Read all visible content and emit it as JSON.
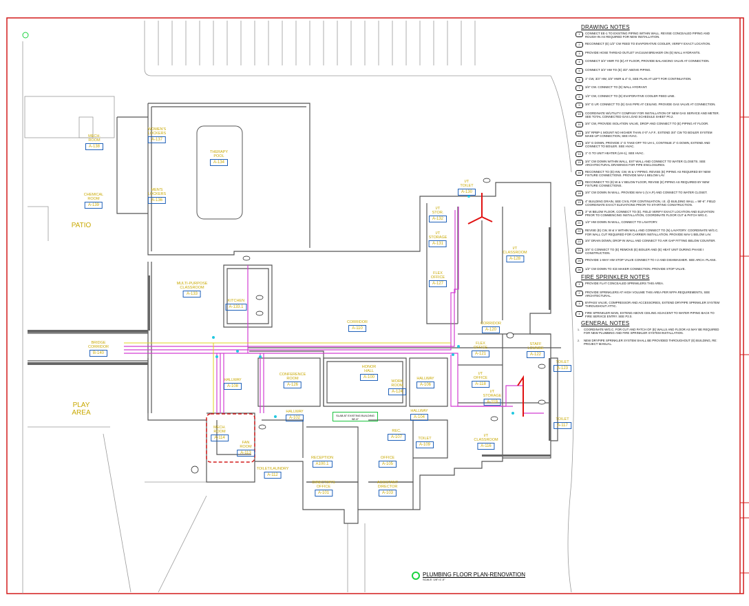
{
  "drawing_title": "PLUMBING FLOOR PLAN-RENOVATION",
  "drawing_scale": "SCALE: 1/8\"=1'-0\"",
  "slab_note": "SLAB AT EXISTING BUILDING 98'-6\"",
  "colors": {
    "border": "#d21a1a",
    "pipe_hot": "#d23cd2",
    "pipe_gas": "#e0d020",
    "pipe_new": "#e01010",
    "room_text": "#c8a800",
    "room_tag": "#1d5fb8",
    "sprinkler": "#22c8e0",
    "title_mark": "#19d23d"
  },
  "areas": [
    "PATIO",
    "PLAY\nAREA"
  ],
  "rooms": [
    {
      "name": "MECH.\nROOM",
      "number": "A-138"
    },
    {
      "name": "WOMEN'S\nLOCKERS",
      "number": "A-137"
    },
    {
      "name": "THERAPY\nPOOL",
      "number": "A-134"
    },
    {
      "name": "CHEMICAL\nROOM",
      "number": "A-139"
    },
    {
      "name": "MEN'S\nLOCKERS",
      "number": "A-136"
    },
    {
      "name": "MULTI-PURPOSE\nCLASSROOM",
      "number": "A-133"
    },
    {
      "name": "KITCHEN",
      "number": "A-133.1"
    },
    {
      "name": "CORRIDOR",
      "number": "A-110"
    },
    {
      "name": "BRIDGE\nCORRIDOR",
      "number": "B-140"
    },
    {
      "name": "HALLWAY",
      "number": "A-108"
    },
    {
      "name": "CONFERENCE\nROOM",
      "number": "A-126"
    },
    {
      "name": "HONOR\nHALL",
      "number": "A-100"
    },
    {
      "name": "WORK\nROOM",
      "number": "A-124"
    },
    {
      "name": "HALLWAY",
      "number": "A-106"
    },
    {
      "name": "I/T\nSTOR.",
      "number": "A-132"
    },
    {
      "name": "I/T\nTOILET",
      "number": "A-130"
    },
    {
      "name": "I/T\nSTORAGE",
      "number": "A-131"
    },
    {
      "name": "I/T\nCLASSROOM",
      "number": "A-128"
    },
    {
      "name": "FLEX\nOFFICE",
      "number": "A-127"
    },
    {
      "name": "CORRIDOR",
      "number": "A-120"
    },
    {
      "name": "FLEX\nOFFICE",
      "number": "A-121"
    },
    {
      "name": "STAFF\nLOUNGE",
      "number": "A-122"
    },
    {
      "name": "I/T\nOFFICE",
      "number": "A-118"
    },
    {
      "name": "I/T\nSTORAGE",
      "number": "A-119"
    },
    {
      "name": "TOILET",
      "number": "A-123"
    },
    {
      "name": "TOILET",
      "number": "A-117"
    },
    {
      "name": "I/T\nCLASSROOM",
      "number": "A-116"
    },
    {
      "name": "HALLWAY",
      "number": "A-104"
    },
    {
      "name": "TOILET",
      "number": "A-109"
    },
    {
      "name": "REC.",
      "number": "A-107"
    },
    {
      "name": "OFFICE",
      "number": "A-105"
    },
    {
      "name": "ASSISTANT\nDIRECTOR",
      "number": "A-103"
    },
    {
      "name": "RECEPTION",
      "number": "A100.1"
    },
    {
      "name": "DIRECTOR'S\nOFFICE",
      "number": "A-101"
    },
    {
      "name": "TOILET/LAUNDRY",
      "number": "A-112"
    },
    {
      "name": "HALLWAY",
      "number": "A-102"
    },
    {
      "name": "MECH.\nROOM",
      "number": "A-114"
    },
    {
      "name": "FAN\nROOM",
      "number": "A-113"
    }
  ],
  "drawing_notes": {
    "heading": "DRAWING NOTES",
    "items": [
      {
        "n": "1",
        "text": "CONNECT EE-1 TO EXISTING PIPING WITHIN WALL. REVISE CONCEALED PIPING AND ROUGH-IN AS REQUIRED FOR NEW INSTALLATION."
      },
      {
        "n": "2",
        "text": "RECONNECT (E) 1/2\" CW FEED TO EVAPORATIVE COOLER, VERIFY EXACT LOCATION."
      },
      {
        "n": "3",
        "text": "PROVIDE HOSE THREAD OUTLET VACUUM BREAKER ON (E) WALL HYDRANTS."
      },
      {
        "n": "4",
        "text": "CONNECT 3/4\" HWR TO (E) AT FLOOR, PROVIDE BALANCING VALVE AT CONNECTION."
      },
      {
        "n": "5",
        "text": "CONNECT 3/4\" HW TO (E) 3/4\" ABOVE PIPING."
      },
      {
        "n": "6",
        "text": "1\" CW, 3/4\" HW, 3/4\" HWR & 4\" G, SEE PLAN AT LEFT FOR CONTINUATION."
      },
      {
        "n": "7",
        "text": "3/4\" CW. CONNECT TO (E) WALL HYDRANT."
      },
      {
        "n": "8",
        "text": "1/2\" CW, CONNECT TO (E) EVAPORATIVE COOLER FEED LINE."
      },
      {
        "n": "9",
        "text": "3/4\" G UP, CONNECT TO (E) GAS PIPE AT CEILING. PROVIDE GAS VALVE AT CONNECTION."
      },
      {
        "n": "10",
        "text": "COORDINATE W/UTILITY COMPANY FOR INSTALLATION OF NEW GAS SERVICE AND METER. SEE TOTAL CONNECTED GAS LOAD SCHEDULE SHEET P0.2."
      },
      {
        "n": "11",
        "text": "3/4\" CW, PROVIDE ISOLATION VALVE, DROP AND CONNECT TO (E) PIPING AT FLOOR."
      },
      {
        "n": "12",
        "text": "3/4\" RPBP-1 MOUNT NO HIGHER THAN 4'-0\" A.F.F.. EXTEND 3/4\" CW TO BOILER SYSTEM MAKE-UP CONNECTION, SEE HVAC."
      },
      {
        "n": "13",
        "text": "3/4\" G DOWN, PROVIDE 1\" G TAKE-OFF TO UH-1, CONTINUE 2\" G DOWN, EXTEND AND CONNECT TO BOILER. SEE HVAC."
      },
      {
        "n": "14",
        "text": "1\" G TO UNIT HEATER (UH-1), SEE HVAC."
      },
      {
        "n": "15",
        "text": "3/4\" CW DOWN WITHIN WALL, EXT WALL AND CONNECT TO WATER CLOSETS. SEE ARCHITECTURAL DRAWINGS FOR PIPE ENCLOSURES."
      },
      {
        "n": "16",
        "text": "RECONNECT TO (E) HW, CW, W & V PIPING. REVISE (E) PIPING AS REQUIRED BY NEW FIXTURE CONNECTIONS. PROVIDE MAV-1 BELOW LAV."
      },
      {
        "n": "17",
        "text": "RECONNECT TO (E) W & V BELOW FLOOR, REVISE (E) PIPING AS REQUIRED BY NEW FIXTURE CONNECTIONS."
      },
      {
        "n": "18",
        "text": "3/4\" CW DOWN IN WALL. PROVIDE MAV-1 (V.A.P) AND CONNECT TO WATER CLOSET."
      },
      {
        "n": "19",
        "text": "4\" BUILDING DRAIN, SEE CIVIL FOR CONTINUATION, I.E. @ BUILDING WALL = 98'-6\". FIELD COORDINATE EXACT ELEVATIONS PRIOR TO STARTING CONSTRUCTION."
      },
      {
        "n": "20",
        "text": "3\" W BELOW FLOOR, CONNECT TO (E). FIELD VERIFY EXACT LOCATION AND ELEVATION PRIOR TO COMMENCING INSTALLATION, COORDINATE FLOOR CUT & PATCH W/G.C."
      },
      {
        "n": "21",
        "text": "1/2\" HW DOWN IN WALL, CONNECT TO LAVATORY."
      },
      {
        "n": "22",
        "text": "REVISE (E) CW, W & V WITHIN WALL AND CONNECT TO (N) LAVATORY. COORDINATE W/G.C. FOR WALL CUT REQUIRED FOR CARRIER INSTALLATION. PROVIDE MAV-1 BELOW LAV."
      },
      {
        "n": "23",
        "text": "3/4\" DRAIN DOWN, DROP IN WALL AND CONNECT TO AIR GAP FITTING BELOW COUNTER."
      },
      {
        "n": "24",
        "text": "3/4\" G CONNECT TO (E) REMOVE (E) BOILER AND (E) HEAT UNIT DURING PHASE I CONSTRUCTION."
      },
      {
        "n": "25",
        "text": "PROVIDE 1-WAY HW STOP VALVE CONNECT TO I-2 AND DISHWASHER. SEE ARCH. PLANS."
      },
      {
        "n": "26",
        "text": "1/2\" CW DOWN TO ICE MAKER CONNECTION. PROVIDE STOP VALVE."
      }
    ]
  },
  "fire_sprinkler_notes": {
    "heading": "FIRE SPRINKLER NOTES",
    "items": [
      {
        "n": "1",
        "text": "PROVIDE FLAT CONCEALED SPRINKLERS THIS AREA."
      },
      {
        "n": "2",
        "text": "PROVIDE SPRINKLERS AT HIGH VOLUME THIS AREA PER NFPA REQUIREMENTS, SEE ARCHITECTURAL."
      },
      {
        "n": "3",
        "text": "BYPASS VALVE, COMPRESSOR AND ACCESSORIES, EXTEND DRYPIPE SPRINKLER SYSTEM THROUGHOUT ATTIC."
      },
      {
        "n": "4",
        "text": "FIRE SPRINKLER MAIN, EXTEND ABOVE CEILING ADJACENT TO WATER PIPING BACK TO FIRE SERVICE ENTRY. SEE P2.0."
      }
    ]
  },
  "general_notes": {
    "heading": "GENERAL NOTES",
    "items": [
      {
        "n": "1.",
        "text": "COORDINATE W/G.C. FOR CUT AND PATCH OF (E) WALLS AND FLOOR AS MAY BE REQUIRED FOR NEW PLUMBING AND FIRE SPRINKLER SYSTEM INSTALLATION."
      },
      {
        "n": "2.",
        "text": "NEW DRYPIPE SPRINKLER SYSTEM SHALL BE PROVIDED THROUGHOUT (E) BUILDING, RE: PROJECT MANUAL."
      }
    ]
  }
}
